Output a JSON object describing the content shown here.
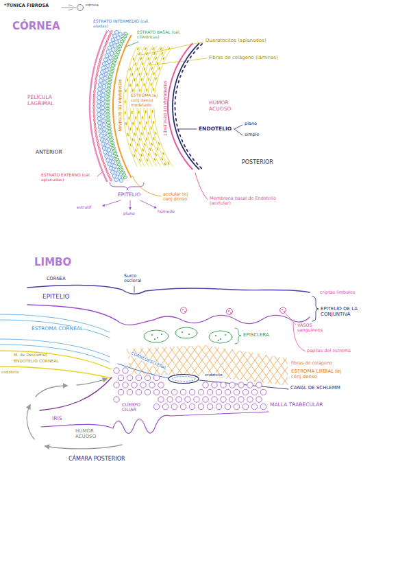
{
  "diagram": {
    "title": "*TÚNICA FIBROSA",
    "labels": [
      "córnea",
      "CÓRNEA",
      "ESTRATO INTERMEDIO (cél. aladas)",
      "ESTRATO BASAL (cél. cilíndricas)",
      "Queratocitos (aplanados)",
      "Fibras de colágeno (láminas)",
      "PELÍCULA LAGRIMAL",
      "MEMBRANA DE BOWMAN",
      "ESTROMA tej conj denso modelado",
      "MEMBRANA DE DESCEMET",
      "HUMOR ACUOSO",
      "ENDOTELIO",
      "plano",
      "simple",
      "ANTERIOR",
      "POSTERIOR",
      "ESTRATO EXTERNO (cél. aplanadas)",
      "EPITELIO",
      "estratif",
      "plano",
      "húmedo",
      "acelular tej conj denso",
      "Membrana basal de Endotelio (acelular)",
      "LIMBO",
      "CÓRNEA",
      "EPITELIO",
      "Surco escleral",
      "criptas limbales",
      "EPITELIO DE LA CONJUNTIVA",
      "VASOS sanguíneos",
      "papilas del estroma",
      "ESTROMA CORNEAL",
      "endotelio",
      "M. de Descemet",
      "ENDOTELIO CORNEAL",
      "EPISCLERA",
      "CORNEOESCLERAL",
      "fibras de colágeno",
      "ESTROMA LIMBAL tej conj denso",
      "endotelio",
      "CANAL DE SCHLEMM",
      "MALLA TRABECULAR",
      "IRIS",
      "CUERPO CILIAR",
      "HUMOR ACUOSO",
      "CÁMARA POSTERIOR"
    ]
  }
}
